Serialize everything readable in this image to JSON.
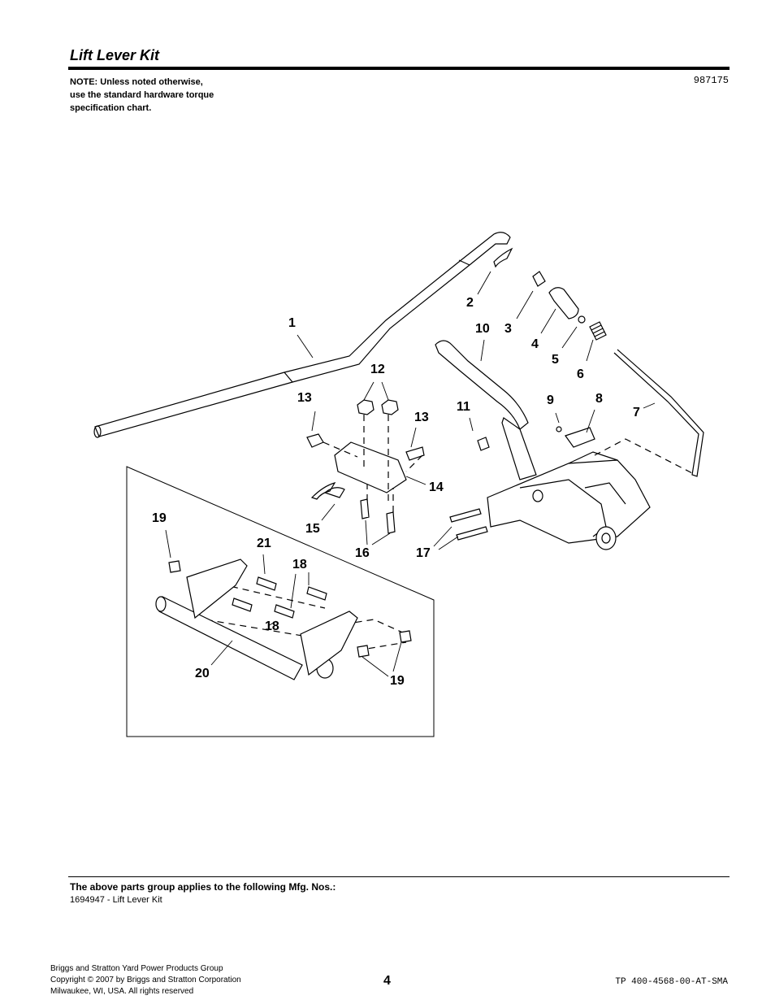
{
  "header": {
    "title": "Lift Lever Kit",
    "note_lines": [
      "NOTE: Unless noted otherwise,",
      "use the standard hardware torque",
      "specification chart."
    ],
    "doc_number": "987175"
  },
  "callouts": [
    "1",
    "2",
    "3",
    "4",
    "5",
    "6",
    "7",
    "8",
    "9",
    "10",
    "11",
    "12",
    "13",
    "13",
    "14",
    "15",
    "16",
    "17",
    "18",
    "18",
    "19",
    "19",
    "20",
    "21"
  ],
  "applies": {
    "heading": "The above parts group applies to the following Mfg. Nos.:",
    "item": "1694947 - Lift Lever Kit"
  },
  "footer": {
    "company_lines": [
      "Briggs and Stratton Yard Power Products Group",
      "Copyright ©  2007 by Briggs and Stratton Corporation",
      "Milwaukee, WI, USA. All rights reserved"
    ],
    "page_number": "4",
    "tp_number": "TP 400-4568-00-AT-SMA"
  }
}
